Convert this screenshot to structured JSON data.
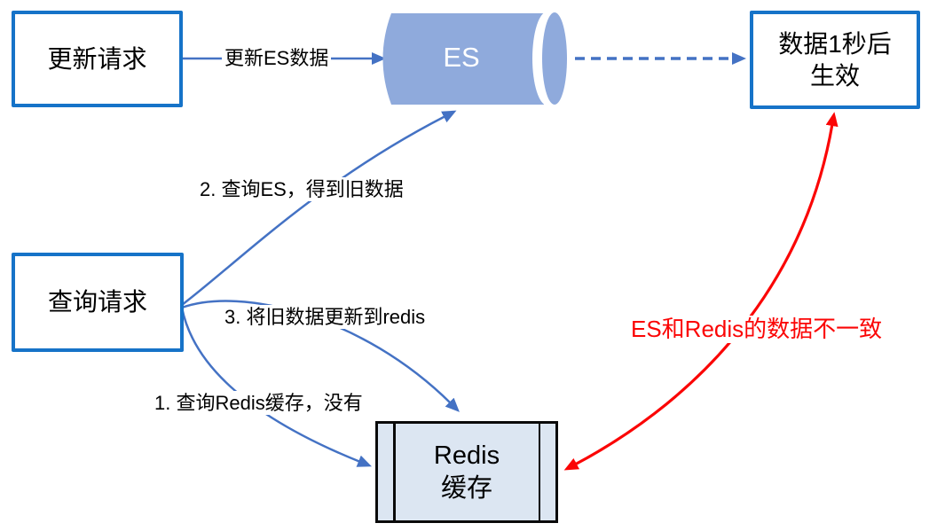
{
  "diagram": {
    "nodes": {
      "update_request": {
        "label": "更新请求"
      },
      "query_request": {
        "label": "查询请求"
      },
      "es": {
        "label": "ES"
      },
      "effect": {
        "line1": "数据1秒后",
        "line2": "生效"
      },
      "redis": {
        "line1": "Redis",
        "line2": "缓存"
      }
    },
    "edges": {
      "update_to_es": {
        "label": "更新ES数据"
      },
      "query_to_es": {
        "label": "2. 查询ES，得到旧数据"
      },
      "query_to_redis_update": {
        "label": "3. 将旧数据更新到redis"
      },
      "query_to_redis_check": {
        "label": "1. 查询Redis缓存，没有"
      },
      "redis_es_conflict": {
        "label": "ES和Redis的数据不一致"
      }
    },
    "colors": {
      "border_blue": "#1673C8",
      "connector_blue": "#4472C4",
      "cylinder_fill": "#8FAADC",
      "redis_fill": "#DCE6F2",
      "warning_red": "#FB0505",
      "text_black": "#000000",
      "bg": "#FFFFFF"
    }
  }
}
